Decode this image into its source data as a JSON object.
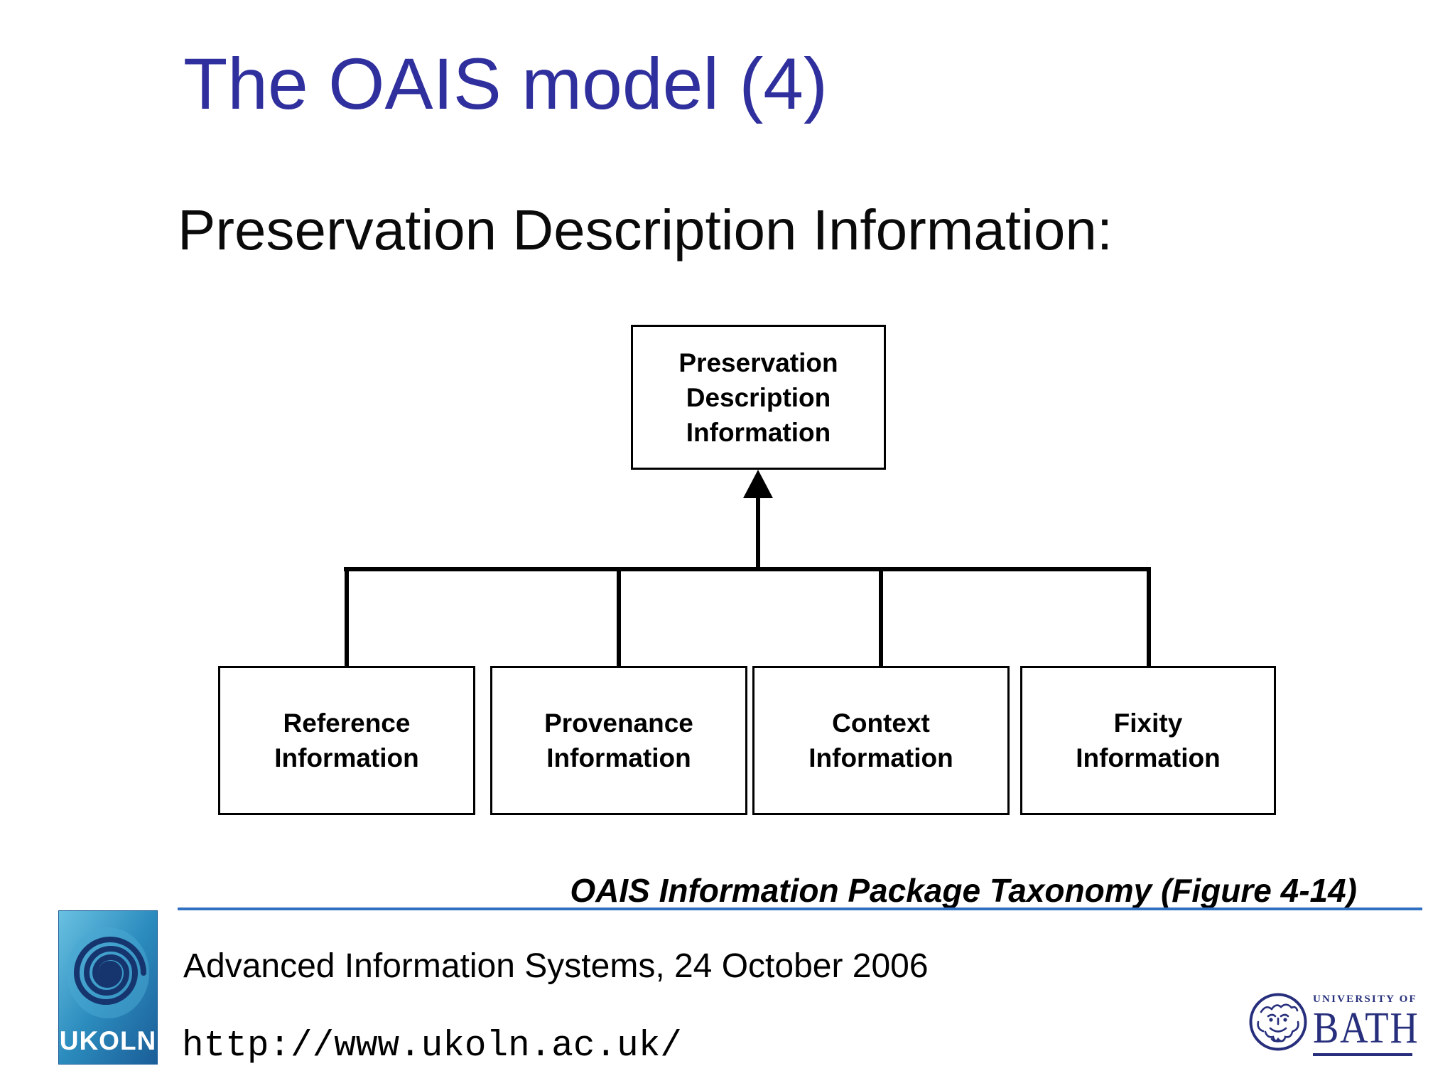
{
  "colors": {
    "title_blue": "#2f2f9e",
    "divider_blue": "#3070c0",
    "bath_navy": "#272f7c",
    "ukoln_dark_blue": "#16356f",
    "ukoln_light_blue": "#49a8d2",
    "diagram_line_black": "#000000"
  },
  "header": {
    "title": "The OAIS model (4)",
    "subtitle": "Preservation Description Information:"
  },
  "diagram": {
    "root_label": "Preservation\nDescription\nInformation",
    "children": [
      {
        "label": "Reference\nInformation"
      },
      {
        "label": "Provenance\nInformation"
      },
      {
        "label": "Context\nInformation"
      },
      {
        "label": "Fixity\nInformation"
      }
    ],
    "caption": "OAIS Information Package Taxonomy (Figure 4-14)"
  },
  "footer": {
    "course": "Advanced Information Systems, 24 October 2006",
    "url": "http://www.ukoln.ac.uk/"
  },
  "logos": {
    "ukoln": {
      "label": "UKOLN"
    },
    "bath": {
      "line1": "UNIVERSITY OF",
      "line2": "BATH"
    }
  }
}
